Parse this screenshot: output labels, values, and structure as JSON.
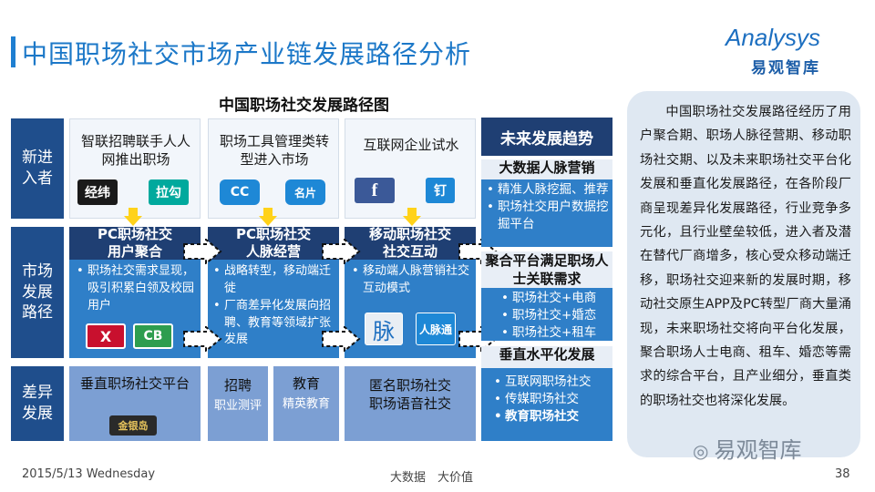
{
  "header": {
    "title": "中国职场社交市场产业链发展路径分析",
    "logo_en": "Analysys",
    "logo_cn": "易观智库"
  },
  "diagram": {
    "title": "中国职场社交发展路径图",
    "row_heads": [
      "新进入者",
      "市场发展路径",
      "差异发展"
    ],
    "entrants": [
      {
        "text": "智联招聘联手人人网推出职场",
        "icons": [
          "经纬",
          "拉勾"
        ]
      },
      {
        "text": "职场工具管理类转型进入市场",
        "icons": [
          "CC",
          "名片"
        ]
      },
      {
        "text": "互联网企业试水",
        "icons": [
          "f",
          "钉"
        ]
      }
    ],
    "paths": [
      {
        "head": "PC职场社交用户聚合",
        "bullets": [
          "职场社交需求显现，吸引积累白领及校园用户"
        ],
        "icons": [
          "X",
          "CB"
        ]
      },
      {
        "head": "PC职场社交人脉经营",
        "bullets": [
          "战略转型，移动端迁徙",
          "厂商差异化发展向招聘、教育等领域扩张发展"
        ],
        "icons": []
      },
      {
        "head": "移动职场社交社交互动",
        "bullets": [
          "移动端人脉营销社交互动模式"
        ],
        "icons": [
          "脉",
          "人脉通"
        ]
      }
    ],
    "diff": [
      {
        "text": "垂直职场社交平台",
        "sub": "",
        "icon": "金银岛"
      },
      {
        "text": "招聘",
        "sub": "职业测评"
      },
      {
        "text": "教育",
        "sub": "精英教育"
      },
      {
        "text": "匿名职场社交职场语音社交",
        "sub": ""
      }
    ],
    "trends": {
      "head": "未来发展趋势",
      "groups": [
        {
          "title": "大数据人脉营销",
          "items": [
            "精准人脉挖掘、推荐",
            "职场社交用户数据挖掘平台"
          ]
        },
        {
          "title": "聚合平台满足职场人士关联需求",
          "items": [
            "职场社交+电商",
            "职场社交+婚恋",
            "职场社交+租车"
          ]
        },
        {
          "title": "垂直水平化发展",
          "items": [
            "互联网职场社交",
            "传媒职场社交",
            "教育职场社交"
          ]
        }
      ]
    }
  },
  "summary": {
    "text": "中国职场社交发展路径经历了用户聚合期、职场人脉径营期、移动职场社交期、以及未来职场社交平台化发展和垂直化发展路径，在各阶段厂商呈现差异化发展路径，行业竞争多元化，且行业壁垒较低，进入者及潜在替代厂商增多，核心受众移动端迁移，职场社交迎来新的发展时期，移动社交原生APP及PC转型厂商大量涌现，未来职场社交将向平台化发展，聚合职场人士电商、租车、婚恋等需求的综合平台，且产业细分，垂直类的职场社交也将深化发展。",
    "watermark": "易观智库"
  },
  "footer": {
    "date": "2015/5/13 Wednesday",
    "slogan": "大数据　大价值",
    "page": "38"
  },
  "colors": {
    "accent": "#1c78c8",
    "dark_blue": "#1f3f73",
    "mid_blue": "#2f7fc8",
    "row_head": "#1f4e8c",
    "diff_blue": "#7c9fd3",
    "arrow_yellow": "#ffd21a"
  }
}
